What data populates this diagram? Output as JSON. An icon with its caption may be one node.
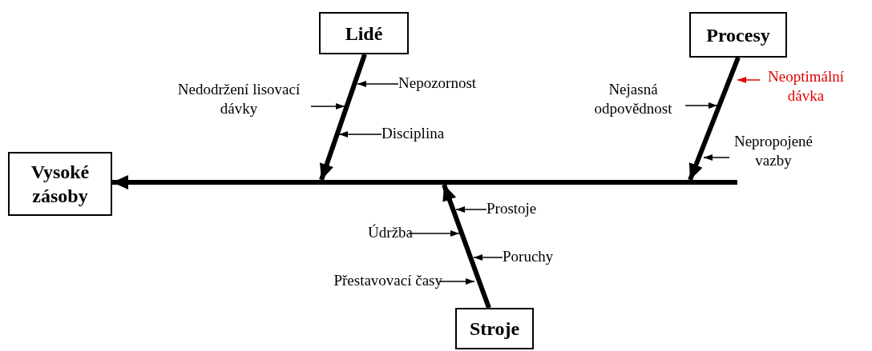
{
  "diagram": {
    "nodes": [
      {
        "text": [
          "Lidé"
        ]
      },
      {
        "text": [
          "Procesy"
        ]
      },
      {
        "text": [
          "Nedodržení lisovací dávky"
        ]
      },
      {
        "text": [
          "Nepozornost"
        ]
      },
      {
        "text": [
          "Disciplina"
        ]
      },
      {
        "text": [
          "Nejasná odpovědnost"
        ]
      },
      {
        "text": [
          "Neoptimální dávka"
        ]
      },
      {
        "text": [
          "Nepropojené vazby"
        ]
      },
      {
        "text": [
          "Vysoké zásoby"
        ]
      },
      {
        "text": [],
        "shape": "bar"
      },
      {
        "text": [
          "Prostoje"
        ]
      },
      {
        "text": [
          "Údržba"
        ]
      },
      {
        "text": [
          "Poruchy"
        ]
      },
      {
        "text": [
          "Přestavovací časy"
        ]
      },
      {
        "text": [
          "Stroje"
        ]
      }
    ],
    "edges": [
      {
        "from": 9,
        "to": 8,
        "arrow": "to",
        "style": "thick"
      },
      {
        "from": 0,
        "to": 9,
        "arrow": "to",
        "style": "thick"
      },
      {
        "from": 1,
        "to": 9,
        "arrow": "to",
        "style": "thick"
      },
      {
        "from": 14,
        "to": 9,
        "arrow": "to",
        "style": "thick"
      },
      {
        "from": 2,
        "to": null,
        "arrow": "to"
      },
      {
        "from": 3,
        "to": null,
        "arrow": "to"
      },
      {
        "from": 4,
        "to": null,
        "arrow": "to"
      },
      {
        "from": 5,
        "to": null,
        "arrow": "to"
      },
      {
        "from": 6,
        "to": null,
        "arrow": "to",
        "color": "#e00000"
      },
      {
        "from": 7,
        "to": null,
        "arrow": "to"
      },
      {
        "from": 10,
        "to": null,
        "arrow": "to"
      },
      {
        "from": 11,
        "to": null,
        "arrow": "to"
      },
      {
        "from": 12,
        "to": null,
        "arrow": "to"
      },
      {
        "from": 13,
        "to": null,
        "arrow": "to"
      }
    ]
  }
}
